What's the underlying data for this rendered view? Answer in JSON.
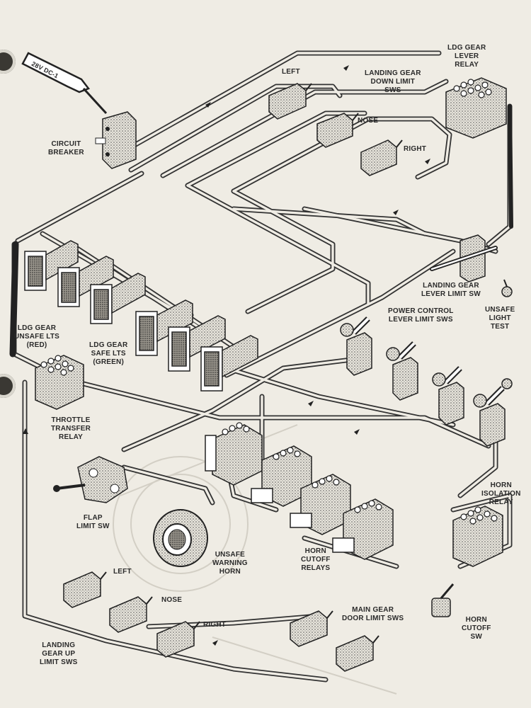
{
  "labels": {
    "power_source": "28V DC-1",
    "circuit_breaker": "CIRCUIT\nBREAKER",
    "left_top": "LEFT",
    "nose_top": "NOSE",
    "right_top": "RIGHT",
    "down_limit": "LANDING GEAR\nDOWN LIMIT\nSWS",
    "lever_relay": "LDG GEAR\nLEVER\nRELAY",
    "lever_limit": "LANDING GEAR\nLEVER LIMIT SW",
    "unsafe_light_test": "UNSAFE\nLIGHT\nTEST",
    "power_control": "POWER CONTROL\nLEVER LIMIT SWS",
    "unsafe_lts": "LDG GEAR\nUNSAFE LTS\n(RED)",
    "safe_lts": "LDG GEAR\nSAFE LTS\n(GREEN)",
    "throttle_relay": "THROTTLE\nTRANSFER\nRELAY",
    "flap_limit": "FLAP\nLIMIT SW",
    "warning_horn": "UNSAFE\nWARNING\nHORN",
    "cutoff_relays": "HORN\nCUTOFF\nRELAYS",
    "isolation_relay": "HORN\nISOLATION\nRELAY",
    "left_bottom": "LEFT",
    "nose_bottom": "NOSE",
    "right_bottom": "RIGHT",
    "up_limit": "LANDING\nGEAR UP\nLIMIT SWS",
    "main_gear_door": "MAIN GEAR\nDOOR LIMIT SWS",
    "horn_cutoff_sw": "HORN\nCUTOFF\nSW"
  }
}
